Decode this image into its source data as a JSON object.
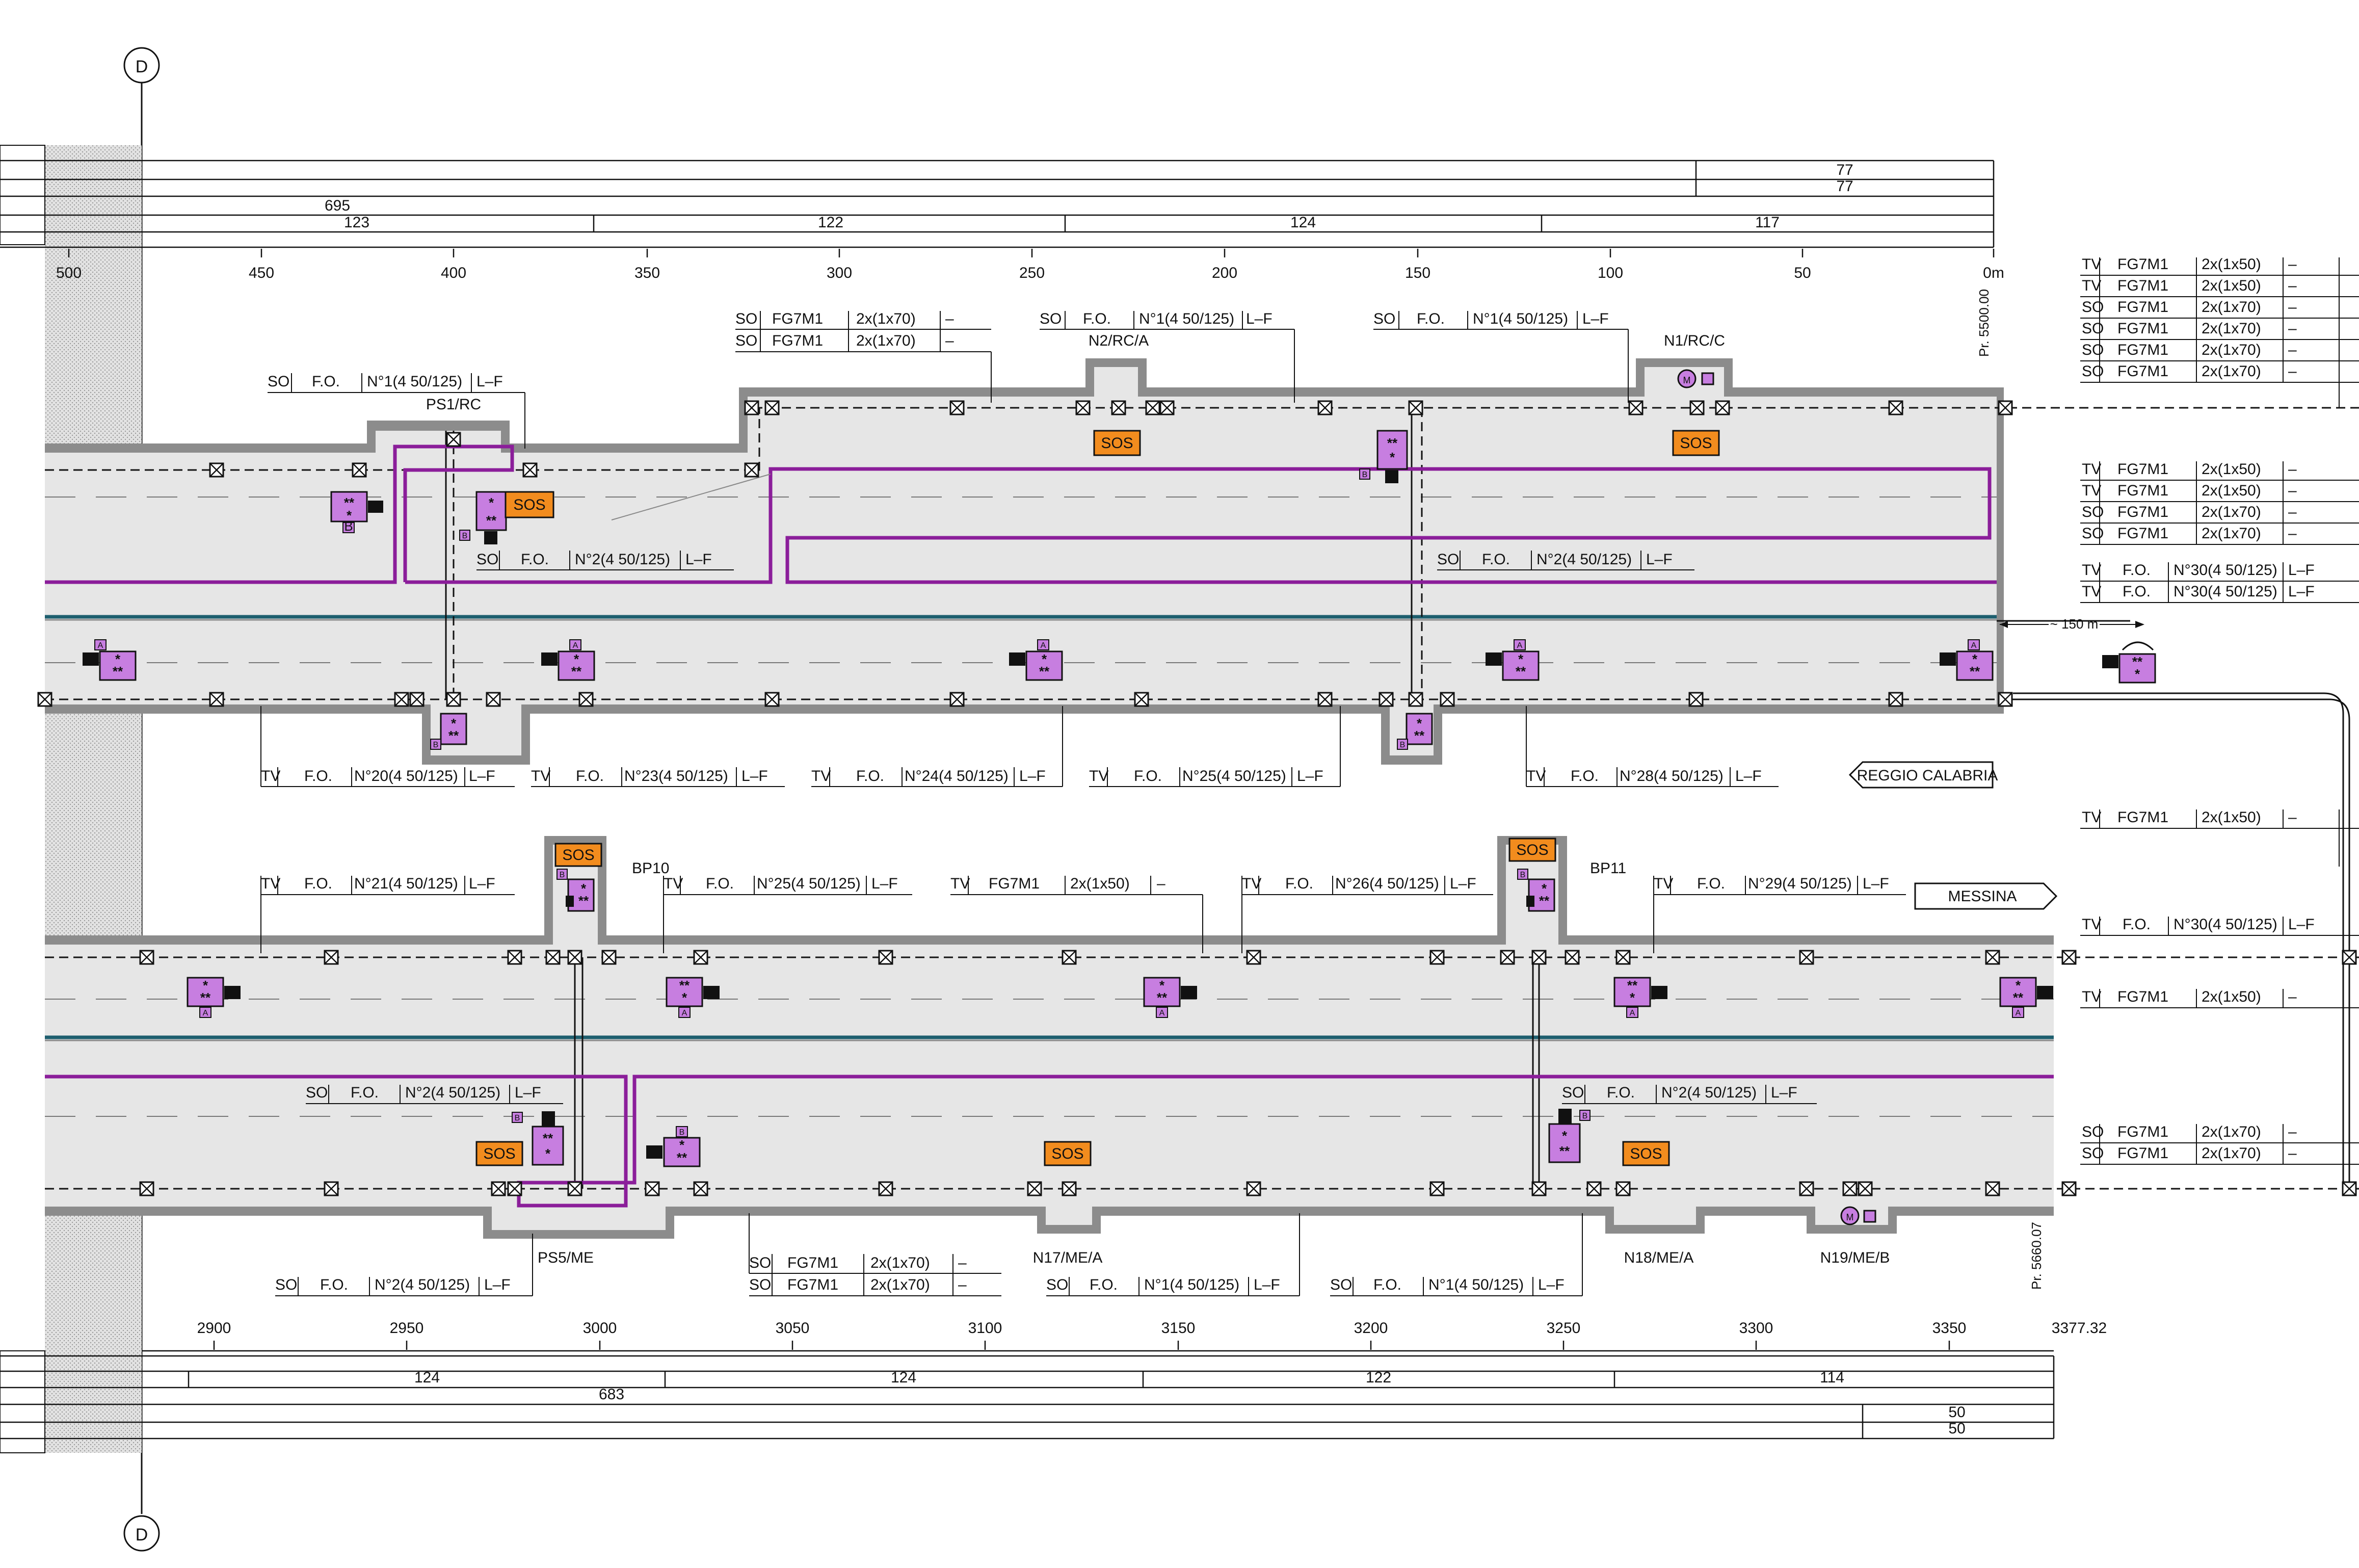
{
  "colors": {
    "tunnel_fill": "#e6e6e6",
    "wall": "#8c8c8c",
    "cable_purple": "#8b1e9a",
    "teal_line": "#1d5e6e",
    "device_purple": "#c77ee0",
    "sos_orange": "#f28c1e",
    "hatch": "#d4d4d4"
  },
  "grid": {
    "top": "D",
    "bottom": "D"
  },
  "top_ruler": {
    "row1_right": "77",
    "row2_right": "77",
    "row3_left": "695",
    "segments": [
      "123",
      "122",
      "124",
      "117"
    ],
    "ticks": [
      "500",
      "450",
      "400",
      "350",
      "300",
      "250",
      "200",
      "150",
      "100",
      "50",
      "0m"
    ],
    "pr": "Pr. 5500.00"
  },
  "bottom_ruler": {
    "ticks": [
      "2900",
      "2950",
      "3000",
      "3050",
      "3100",
      "3150",
      "3200",
      "3250",
      "3300",
      "3350",
      "3377.32"
    ],
    "segments": [
      "124",
      "124",
      "122",
      "114"
    ],
    "row2_left": "683",
    "row3_right": "50",
    "row4_right": "50",
    "pr": "Pr. 5660.07"
  },
  "niches": {
    "ps1": "PS1/RC",
    "n2": "N2/RC/A",
    "n1": "N1/RC/C",
    "bp10": "BP10",
    "bp11": "BP11",
    "ps5": "PS5/ME",
    "n17": "N17/ME/A",
    "n18": "N18/ME/A",
    "n19": "N19/ME/B"
  },
  "directions": {
    "reggio": "REGGIO CALABRIA",
    "messina": "MESSINA",
    "distance": "~ 150 m"
  },
  "badges": {
    "sos": "SOS",
    "a": "A",
    "b": "B",
    "stars": "**\n*",
    "stars_inv": "*\n**",
    "hv": "M"
  },
  "cables": {
    "t1": [
      "SO",
      "FG7M1",
      "2x(1x70)",
      "–"
    ],
    "t2": [
      "SO",
      "FG7M1",
      "2x(1x70)",
      "–"
    ],
    "t3": [
      "SO",
      "F.O.",
      "N°1(4 50/125)",
      "L–F"
    ],
    "t4": [
      "SO",
      "F.O.",
      "N°1(4 50/125)",
      "L–F"
    ],
    "t5": [
      "SO",
      "F.O.",
      "N°1(4 50/125)",
      "L–F"
    ],
    "t6": [
      "SO",
      "F.O.",
      "N°2(4 50/125)",
      "L–F"
    ],
    "t7": [
      "SO",
      "F.O.",
      "N°2(4 50/125)",
      "L–F"
    ],
    "t8": [
      "TV",
      "F.O.",
      "N°20(4 50/125)",
      "L–F"
    ],
    "t9": [
      "TV",
      "F.O.",
      "N°23(4 50/125)",
      "L–F"
    ],
    "t10": [
      "TV",
      "F.O.",
      "N°24(4 50/125)",
      "L–F"
    ],
    "t11": [
      "TV",
      "F.O.",
      "N°25(4 50/125)",
      "L–F"
    ],
    "t12": [
      "TV",
      "F.O.",
      "N°28(4 50/125)",
      "L–F"
    ],
    "t13": [
      "TV",
      "F.O.",
      "N°21(4 50/125)",
      "L–F"
    ],
    "t14": [
      "TV",
      "F.O.",
      "N°25(4 50/125)",
      "L–F"
    ],
    "t15": [
      "TV",
      "FG7M1",
      "2x(1x50)",
      "–"
    ],
    "t16": [
      "TV",
      "F.O.",
      "N°26(4 50/125)",
      "L–F"
    ],
    "t17": [
      "TV",
      "F.O.",
      "N°29(4 50/125)",
      "L–F"
    ],
    "t18": [
      "SO",
      "F.O.",
      "N°2(4 50/125)",
      "L–F"
    ],
    "t19": [
      "SO",
      "F.O.",
      "N°2(4 50/125)",
      "L–F"
    ],
    "t20": [
      "SO",
      "FG7M1",
      "2x(1x70)",
      "–"
    ],
    "t21": [
      "SO",
      "FG7M1",
      "2x(1x70)",
      "–"
    ],
    "t22": [
      "SO",
      "F.O.",
      "N°2(4 50/125)",
      "L–F"
    ],
    "t23": [
      "SO",
      "F.O.",
      "N°1(4 50/125)",
      "L–F"
    ],
    "t24": [
      "SO",
      "F.O.",
      "N°1(4 50/125)",
      "L–F"
    ]
  },
  "right_tables": {
    "r1": [
      [
        "TV",
        "FG7M1",
        "2x(1x50)",
        "–"
      ],
      [
        "TV",
        "FG7M1",
        "2x(1x50)",
        "–"
      ],
      [
        "SO",
        "FG7M1",
        "2x(1x70)",
        "–"
      ],
      [
        "SO",
        "FG7M1",
        "2x(1x70)",
        "–"
      ],
      [
        "SO",
        "FG7M1",
        "2x(1x70)",
        "–"
      ],
      [
        "SO",
        "FG7M1",
        "2x(1x70)",
        "–"
      ]
    ],
    "r2": [
      [
        "TV",
        "FG7M1",
        "2x(1x50)",
        "–"
      ],
      [
        "TV",
        "FG7M1",
        "2x(1x50)",
        "–"
      ],
      [
        "SO",
        "FG7M1",
        "2x(1x70)",
        "–"
      ],
      [
        "SO",
        "FG7M1",
        "2x(1x70)",
        "–"
      ]
    ],
    "r3": [
      [
        "TV",
        "F.O.",
        "N°30(4 50/125)",
        "L–F"
      ],
      [
        "TV",
        "F.O.",
        "N°30(4 50/125)",
        "L–F"
      ]
    ],
    "r4": [
      [
        "TV",
        "FG7M1",
        "2x(1x50)",
        "–"
      ]
    ],
    "r5": [
      [
        "TV",
        "F.O.",
        "N°30(4 50/125)",
        "L–F"
      ]
    ],
    "r6": [
      [
        "TV",
        "FG7M1",
        "2x(1x50)",
        "–"
      ]
    ],
    "r7": [
      [
        "SO",
        "FG7M1",
        "2x(1x70)",
        "–"
      ],
      [
        "SO",
        "FG7M1",
        "2x(1x70)",
        "–"
      ]
    ]
  }
}
